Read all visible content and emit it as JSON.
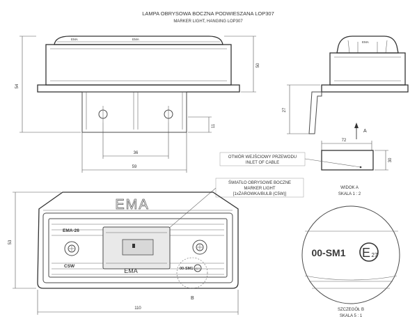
{
  "title": {
    "line1": "LAMPA OBRYSOWA BOCZNA PODWIESZANA LOP307",
    "line2": "MARKER LIGHT, HANGING LOP307"
  },
  "dimensions": {
    "height_total": "54",
    "height_lamp": "50",
    "tab_height": "11",
    "side_height": "27",
    "hole_spacing": "36",
    "bracket_width": "59",
    "length": "110",
    "front_height": "53",
    "cable_width": "72",
    "cable_height": "30"
  },
  "lamp_markings": {
    "ema_top": "EMA",
    "ema_26": "EMA-26",
    "csw": "CSW",
    "ema_lens": "EMA",
    "e_code_small": "00-SM1",
    "e_mark_small": "E27",
    "ema_small_side": "EMA",
    "top_edge_text": "EMA"
  },
  "callouts": {
    "cable_inlet_pl": "OTWÓR WEJŚCIOWY PRZEWODU",
    "cable_inlet_en": "INLET OF CABLE",
    "marker_pl": "ŚWIATŁO OBRYSOWE BOCZNE",
    "marker_en": "MARKER LIGHT",
    "bulb": "[1xŻAROWKA/BULB (C5W)]"
  },
  "views": {
    "arrow_a": "A",
    "view_a": "WIDOK A",
    "scale_a": "SKALA 1 : 2",
    "label_b": "B",
    "detail_b": "SZCZEGÓŁ B",
    "scale_b": "SKALA 5 : 1",
    "detail_code": "00-SM1",
    "detail_e": "E",
    "detail_27": "27"
  }
}
